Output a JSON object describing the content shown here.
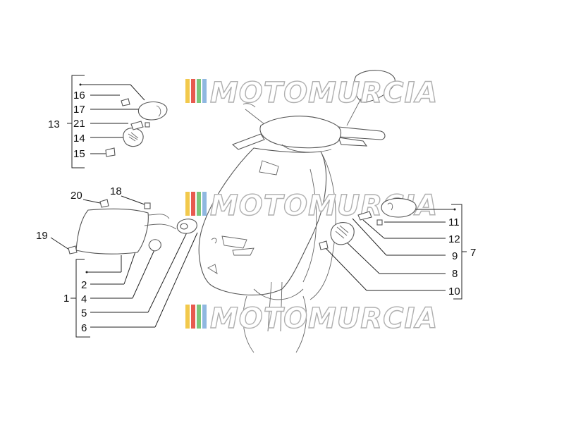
{
  "watermark": {
    "text": "MOTOMURCIA",
    "stripe_colors": [
      "#f2c94c",
      "#e85a4f",
      "#7bc67b",
      "#8fb8e0"
    ]
  },
  "callouts": {
    "c1": "1",
    "c2": "2",
    "c4": "4",
    "c5": "5",
    "c6": "6",
    "c7": "7",
    "c8": "8",
    "c9": "9",
    "c10": "10",
    "c11": "11",
    "c12": "12",
    "c13": "13",
    "c14": "14",
    "c15": "15",
    "c16": "16",
    "c17": "17",
    "c18": "18",
    "c19": "19",
    "c20": "20",
    "c21": "21"
  }
}
